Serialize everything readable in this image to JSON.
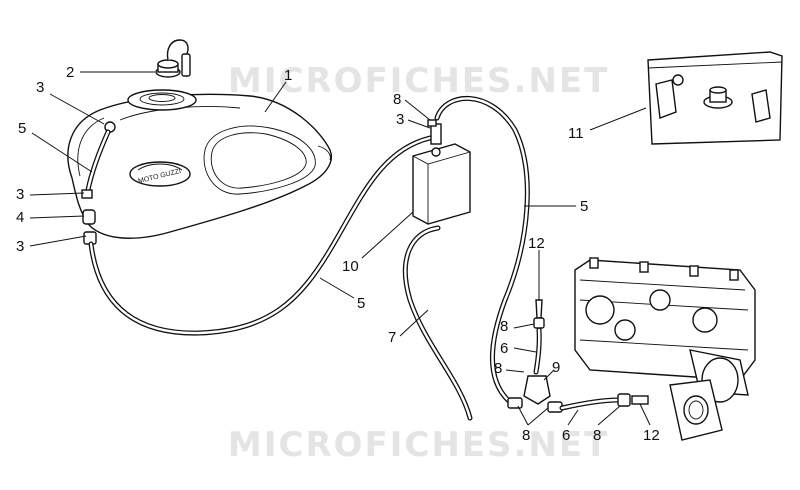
{
  "watermarks": [
    "MICROFICHES.NET",
    "MICROFICHES.NET"
  ],
  "logo_text": "MOTO GUZZI",
  "callouts": [
    {
      "id": "c-2",
      "text": "2"
    },
    {
      "id": "c-1",
      "text": "1"
    },
    {
      "id": "c-3a",
      "text": "3"
    },
    {
      "id": "c-5a",
      "text": "5"
    },
    {
      "id": "c-3b",
      "text": "3"
    },
    {
      "id": "c-4",
      "text": "4"
    },
    {
      "id": "c-3c",
      "text": "3"
    },
    {
      "id": "c-8a",
      "text": "8"
    },
    {
      "id": "c-3d",
      "text": "3"
    },
    {
      "id": "c-10",
      "text": "10"
    },
    {
      "id": "c-5b",
      "text": "5"
    },
    {
      "id": "c-7",
      "text": "7"
    },
    {
      "id": "c-5c",
      "text": "5"
    },
    {
      "id": "c-11",
      "text": "11"
    },
    {
      "id": "c-12a",
      "text": "12"
    },
    {
      "id": "c-8b",
      "text": "8"
    },
    {
      "id": "c-6a",
      "text": "6"
    },
    {
      "id": "c-8c",
      "text": "8"
    },
    {
      "id": "c-9",
      "text": "9"
    },
    {
      "id": "c-8d",
      "text": "8"
    },
    {
      "id": "c-6b",
      "text": "6"
    },
    {
      "id": "c-8e",
      "text": "8"
    },
    {
      "id": "c-12b",
      "text": "12"
    }
  ]
}
